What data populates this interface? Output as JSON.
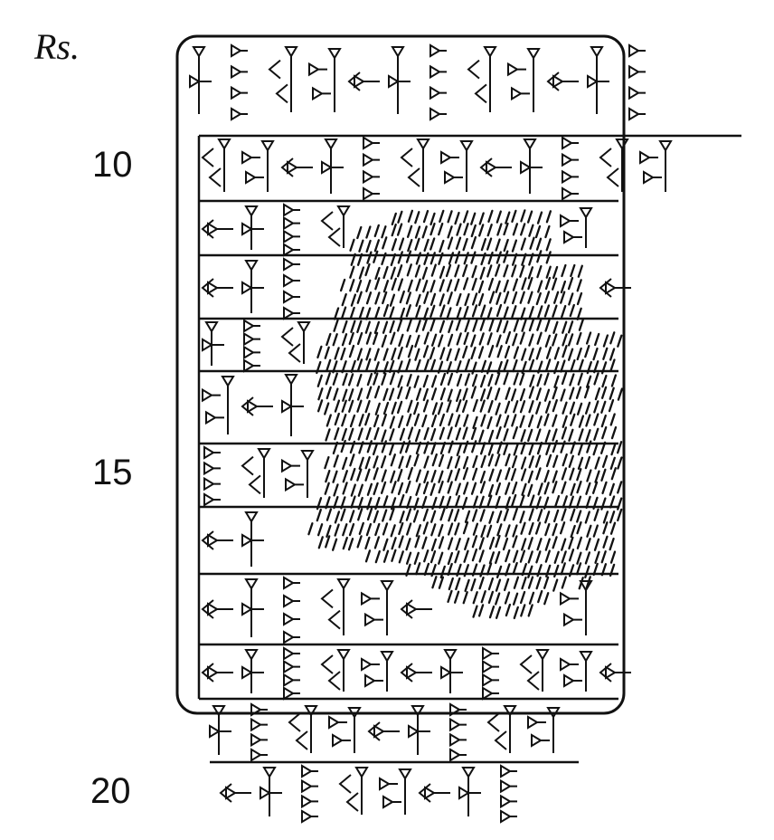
{
  "labels": {
    "side": "Rs.",
    "line_10": "10",
    "line_15": "15",
    "line_20": "20"
  },
  "colors": {
    "ink": "#111111",
    "paper": "#ffffff"
  },
  "drawing": {
    "subject": "cuneiform-tablet-reverse-hand-copy",
    "damaged_area": "hatched"
  }
}
